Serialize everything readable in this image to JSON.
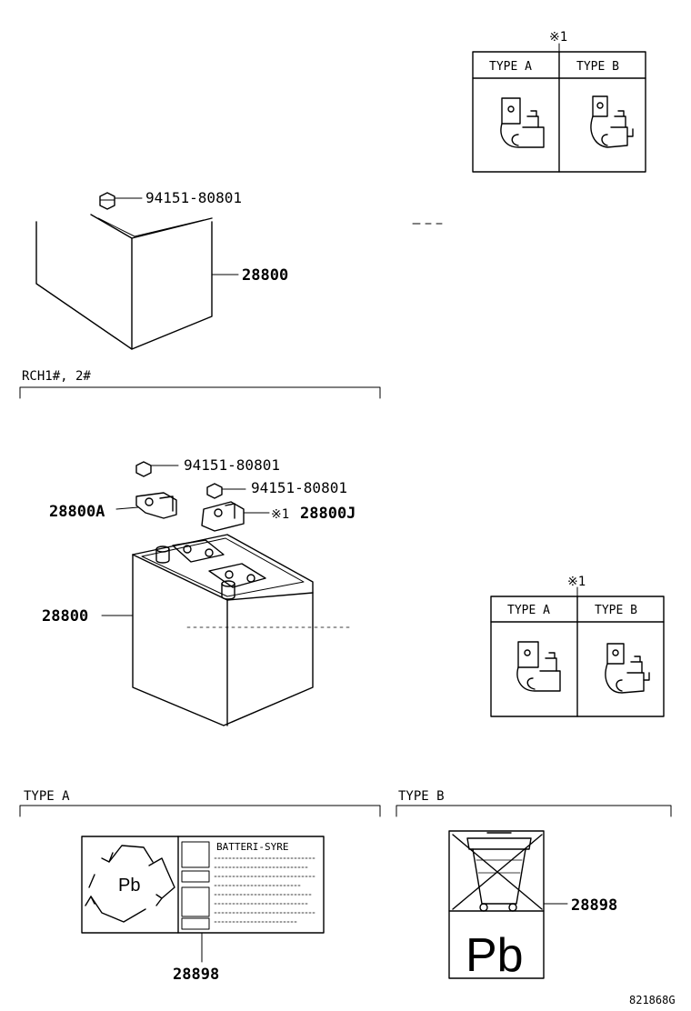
{
  "diagram": {
    "parts": {
      "nut": "94151-80801",
      "battery": "28800",
      "terminal_a": "28800A",
      "terminal_j": "28800J",
      "label": "28898"
    },
    "section_rch": "RCH1#, 2#",
    "section_type_a": "TYPE A",
    "section_type_b": "TYPE B",
    "ref_mark": "※1",
    "table": {
      "col_a": "TYPE A",
      "col_b": "TYPE B"
    },
    "label_a_heading": "BATTERI-SYRE",
    "label_a_symbol": "Pb",
    "label_b_symbol": "Pb",
    "figure_code": "821868G"
  }
}
